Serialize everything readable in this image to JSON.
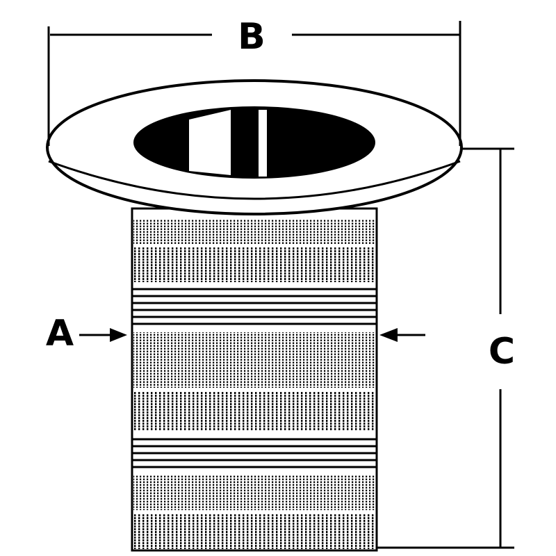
{
  "diagram": {
    "labels": {
      "a": "A",
      "b": "B",
      "c": "C"
    },
    "colors": {
      "ink": "#000000",
      "paper": "#ffffff"
    },
    "icons": {
      "arrow": "arrowhead"
    }
  }
}
